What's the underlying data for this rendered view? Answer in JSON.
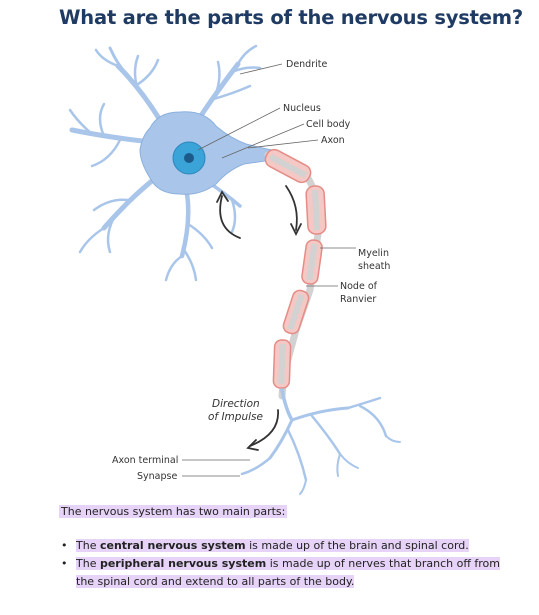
{
  "title": "What are the parts of the nervous system?",
  "diagram": {
    "labels": {
      "dendrite": "Dendrite",
      "nucleus": "Nucleus",
      "cell_body": "Cell body",
      "axon": "Axon",
      "myelin_1": "Myelin",
      "myelin_2": "sheath",
      "node_1": "Node of",
      "node_2": "Ranvier",
      "direction_1": "Direction",
      "direction_2": "of Impulse",
      "axon_terminal": "Axon terminal",
      "synapse": "Synapse"
    },
    "colors": {
      "neuron": "#a9c6ea",
      "neuron_stroke": "#8bb0dd",
      "nucleus": "#3aa3d8",
      "nucleolus": "#1c5a8a",
      "myelin_fill": "#f4c8c4",
      "myelin_stroke": "#e58c86",
      "axon_core": "#d2d2d2"
    }
  },
  "intro": "The nervous system has two main parts:",
  "parts": [
    {
      "pre": "The ",
      "bold": "central nervous system",
      "post": " is made up of the brain and spinal cord."
    },
    {
      "pre": "The ",
      "bold": "peripheral nervous system",
      "post": " is made up of nerves that branch off from the spinal cord and extend to all parts of the body."
    }
  ]
}
